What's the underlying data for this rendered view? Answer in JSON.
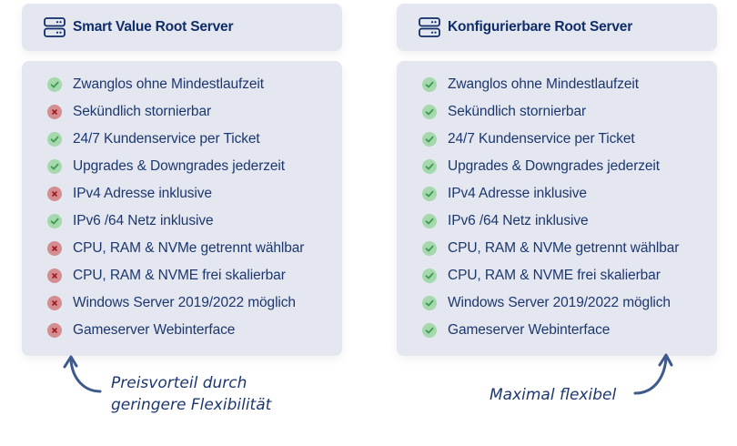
{
  "colors": {
    "card_bg": "#e4e7ef",
    "text": "#1c3770",
    "included": "#a6d8ae",
    "excluded": "#d58d8f",
    "arrow": "#3d5a8f"
  },
  "columns": [
    {
      "title": "Smart Value Root Server",
      "icon": "server-icon",
      "features": [
        {
          "label": "Zwanglos ohne Mindestlaufzeit",
          "included": true
        },
        {
          "label": "Sekündlich stornierbar",
          "included": false
        },
        {
          "label": "24/7 Kundenservice per Ticket",
          "included": true
        },
        {
          "label": "Upgrades & Downgrades jederzeit",
          "included": true
        },
        {
          "label": "IPv4 Adresse inklusive",
          "included": false
        },
        {
          "label": "IPv6 /64 Netz inklusive",
          "included": true
        },
        {
          "label": "CPU, RAM & NVMe getrennt wählbar",
          "included": false
        },
        {
          "label": "CPU, RAM & NVME frei skalierbar",
          "included": false
        },
        {
          "label": "Windows Server 2019/2022 möglich",
          "included": false
        },
        {
          "label": "Gameserver Webinterface",
          "included": false
        }
      ]
    },
    {
      "title": "Konfigurierbare Root Server",
      "icon": "server-icon",
      "features": [
        {
          "label": "Zwanglos ohne Mindestlaufzeit",
          "included": true
        },
        {
          "label": "Sekündlich stornierbar",
          "included": true
        },
        {
          "label": "24/7 Kundenservice per Ticket",
          "included": true
        },
        {
          "label": "Upgrades & Downgrades jederzeit",
          "included": true
        },
        {
          "label": "IPv4 Adresse inklusive",
          "included": true
        },
        {
          "label": "IPv6 /64 Netz inklusive",
          "included": true
        },
        {
          "label": "CPU, RAM & NVMe getrennt wählbar",
          "included": true
        },
        {
          "label": "CPU, RAM & NVME frei skalierbar",
          "included": true
        },
        {
          "label": "Windows Server 2019/2022 möglich",
          "included": true
        },
        {
          "label": "Gameserver Webinterface",
          "included": true
        }
      ]
    }
  ],
  "notes": {
    "left_line1": "Preisvorteil durch",
    "left_line2": "geringere Flexibilität",
    "right": "Maximal flexibel"
  }
}
